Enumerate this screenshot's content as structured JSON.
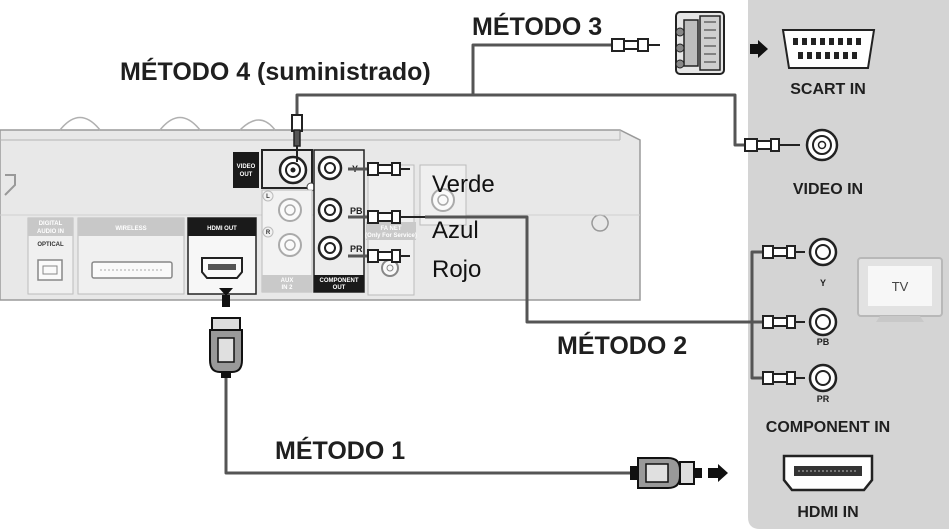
{
  "methods": {
    "m1": "MÉTODO 1",
    "m2": "MÉTODO 2",
    "m3": "MÉTODO 3",
    "m4": "MÉTODO 4 (suministrado)"
  },
  "cables": {
    "green": "Verde",
    "blue": "Azul",
    "red": "Rojo"
  },
  "player_labels": {
    "video_out": [
      "VIDEO",
      "OUT"
    ],
    "digital_audio_in": [
      "DIGITAL",
      "AUDIO IN"
    ],
    "optical": "OPTICAL",
    "wireless": "WIRELESS",
    "hdmi_out": "HDMI OUT",
    "aux_in": [
      "AUX",
      "IN 2"
    ],
    "component_out": [
      "COMPONENT",
      "OUT"
    ],
    "fan_et": [
      "FA NET",
      "(Only For Service)"
    ],
    "y": "Y",
    "pb": "PB",
    "pr": "PR",
    "l": "L",
    "r": "R"
  },
  "tv": {
    "badge": "TV",
    "scart_in": "SCART IN",
    "video_in": "VIDEO IN",
    "component_in": "COMPONENT IN",
    "y": "Y",
    "pb": "PB",
    "pr": "PR",
    "hdmi_in": "HDMI IN"
  },
  "colors": {
    "tv_panel": "#d4d4d4",
    "player_body": "#e6e6e6",
    "cable": "#555555",
    "label_bg_dark": "#1a1a1a"
  }
}
